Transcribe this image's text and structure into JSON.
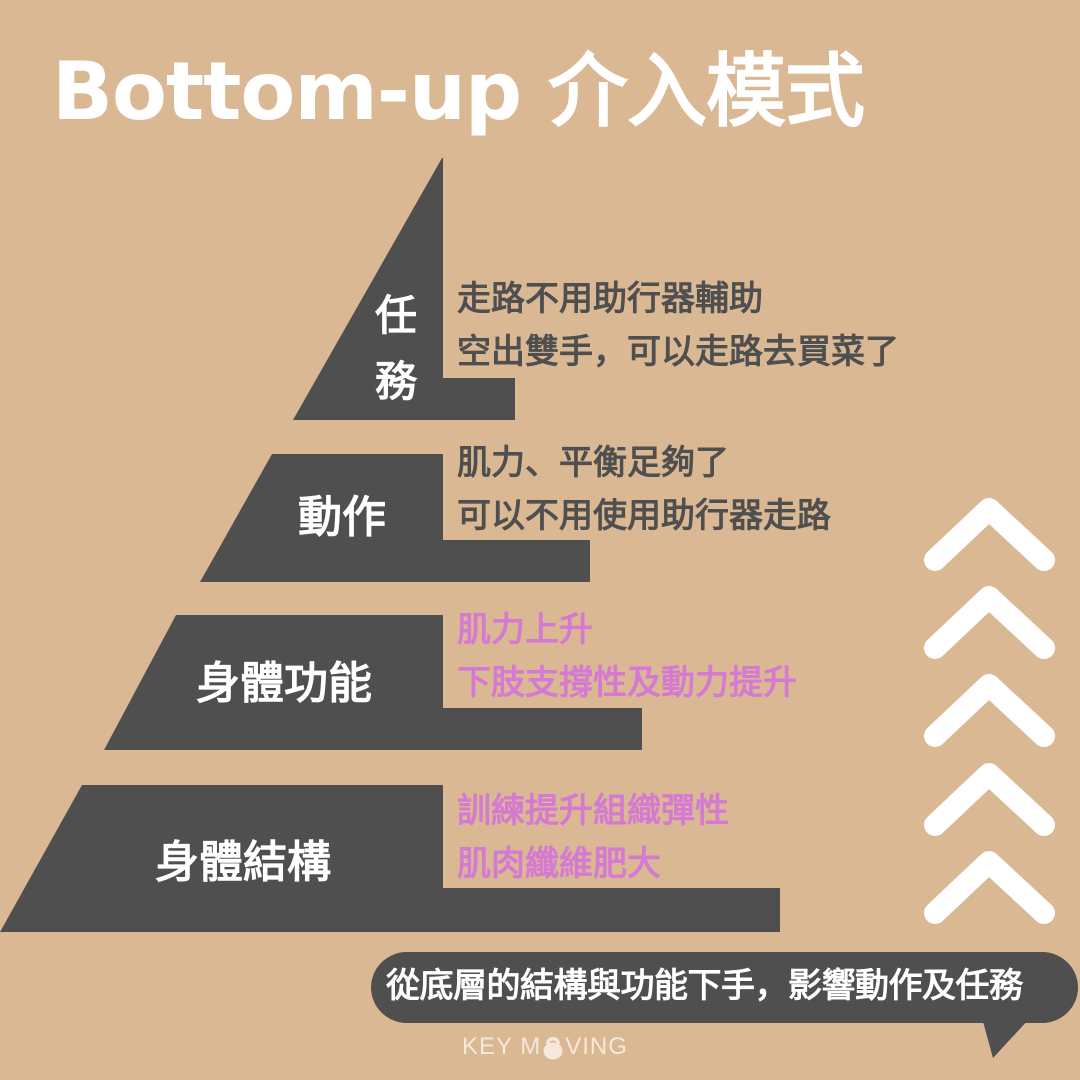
{
  "title": "Bottom-up 介入模式",
  "colors": {
    "background": "#dab893",
    "pyramid": "#4f4f4f",
    "label_text": "#ffffff",
    "desc_dark": "#4f4f4f",
    "desc_highlight": "#d57ad2",
    "chevrons": "#ffffff",
    "logo": "#f6e8da"
  },
  "pyramid": {
    "tiers": [
      {
        "level": 4,
        "label": "任務",
        "label_chars": [
          "任",
          "務"
        ],
        "description": [
          "走路不用助行器輔助",
          "空出雙手，可以走路去買菜了"
        ],
        "description_color": "dark"
      },
      {
        "level": 3,
        "label": "動作",
        "description": [
          "肌力、平衡足夠了",
          "可以不用使用助行器走路"
        ],
        "description_color": "dark"
      },
      {
        "level": 2,
        "label": "身體功能",
        "description": [
          "肌力上升",
          "下肢支撐性及動力提升"
        ],
        "description_color": "highlight"
      },
      {
        "level": 1,
        "label": "身體結構",
        "description": [
          "訓練提升組織彈性",
          "肌肉纖維肥大"
        ],
        "description_color": "highlight"
      }
    ]
  },
  "direction_indicator": {
    "icon": "chevron-up-icon",
    "count": 5,
    "meaning": "upward"
  },
  "callout": {
    "text": "從底層的結構與功能下手，影響動作及任務"
  },
  "logo": {
    "prefix": "KEY M",
    "icon": "kettlebell-icon",
    "suffix": "VING"
  }
}
